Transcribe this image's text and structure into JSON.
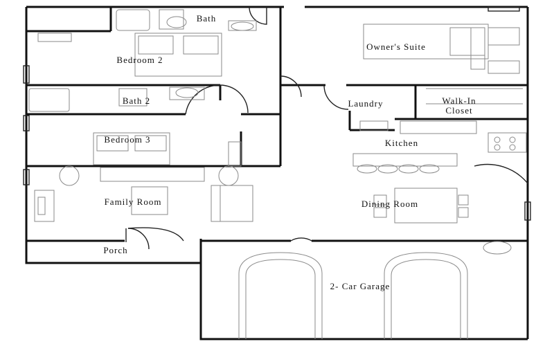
{
  "rooms": {
    "bath": "Bath",
    "owners_suite": "Owner's Suite",
    "bedroom2": "Bedroom 2",
    "bath2": "Bath 2",
    "laundry": "Laundry",
    "walkin_line1": "Walk-In",
    "walkin_line2": "Closet",
    "bedroom3": "Bedroom 3",
    "kitchen": "Kitchen",
    "family_room": "Family Room",
    "dining_room": "Dining Room",
    "porch": "Porch",
    "garage": "2- Car Garage"
  },
  "colors": {
    "wall": "#111111",
    "fixture": "#8a8a8a",
    "background": "#ffffff"
  }
}
